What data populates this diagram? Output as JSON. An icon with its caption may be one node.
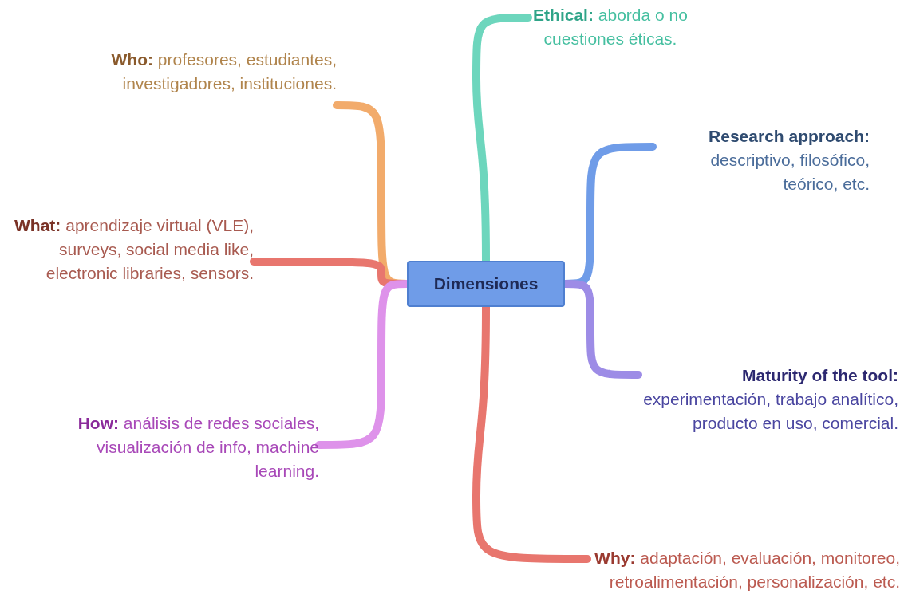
{
  "diagram": {
    "nodes": [
      {
        "text": [
          "Dimensiones"
        ]
      },
      {
        "text": [
          "**Ethical:** aborda o no cuestiones éticas."
        ]
      },
      {
        "text": [
          "**Who:** profesores, estudiantes, investigadores, instituciones."
        ]
      },
      {
        "text": [
          "**Research approach:** descriptivo, filosófico, teórico, etc."
        ]
      },
      {
        "text": [
          "**What:** aprendizaje virtual (VLE), surveys, social media like, electronic libraries, sensors."
        ]
      },
      {
        "text": [
          "**Maturity of the tool:** experimentación, trabajo analítico, producto en uso, comercial."
        ]
      },
      {
        "text": [
          "**How:** análisis de redes sociales, visualización de info, machine learning."
        ]
      },
      {
        "text": [
          "**Why:** adaptación, evaluación, monitoreo, retroalimentación, personalización, etc."
        ]
      }
    ],
    "edges": [
      {
        "from": 0,
        "to": 1,
        "arrow": "none",
        "color": "#6dd6bd"
      },
      {
        "from": 0,
        "to": 2,
        "arrow": "none",
        "color": "#f2ab6b"
      },
      {
        "from": 0,
        "to": 3,
        "arrow": "none",
        "color": "#6f9ce8"
      },
      {
        "from": 0,
        "to": 4,
        "arrow": "none",
        "color": "#e8766e"
      },
      {
        "from": 0,
        "to": 5,
        "arrow": "none",
        "color": "#9d8ce6"
      },
      {
        "from": 0,
        "to": 6,
        "arrow": "none",
        "color": "#de92ea"
      },
      {
        "from": 0,
        "to": 7,
        "arrow": "none",
        "color": "#e8766e"
      }
    ]
  }
}
